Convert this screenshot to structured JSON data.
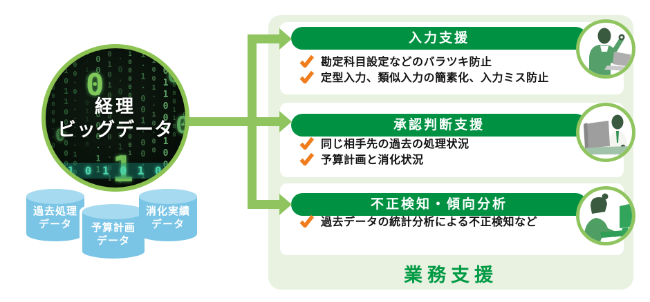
{
  "big_circle": {
    "title_lines": [
      "経理",
      "ビッグデータ"
    ],
    "band_digits": "1 0 1 0 1 0 1 0 0 0"
  },
  "cylinders": [
    {
      "name": "past-processing-data",
      "lines": [
        "過去処理",
        "データ"
      ]
    },
    {
      "name": "budget-plan-data",
      "lines": [
        "予算計画",
        "データ"
      ]
    },
    {
      "name": "consumption-results-data",
      "lines": [
        "消化実績",
        "データ"
      ]
    }
  ],
  "boxes": [
    {
      "title": "入力支援",
      "icon": "businessman-laptop-icon",
      "bullets": [
        "勘定科目設定などのバラツキ防止",
        "定型入力、類似入力の簡素化、入力ミス防止"
      ]
    },
    {
      "title": "承認判断支援",
      "icon": "businessman-monitor-icon",
      "bullets": [
        "同じ相手先の過去の処理状況",
        "予算計画と消化状況"
      ]
    },
    {
      "title": "不正検知・傾向分析",
      "icon": "businesswoman-computer-icon",
      "bullets": [
        "過去データの統計分析による不正検知など"
      ]
    }
  ],
  "footer_label": "業務支援",
  "colors": {
    "panel_bg": "#e9f2e1",
    "pill_green": "#009142",
    "footer_green": "#009a44",
    "arrow_green": "#8fc45e",
    "circle_ring_green": "#8cc352",
    "check_orange": "#ef7d1e",
    "cylinder_blue": "#7ac4e5",
    "cylinder_top_blue": "#a6daf0",
    "bullet_text": "#121212"
  }
}
